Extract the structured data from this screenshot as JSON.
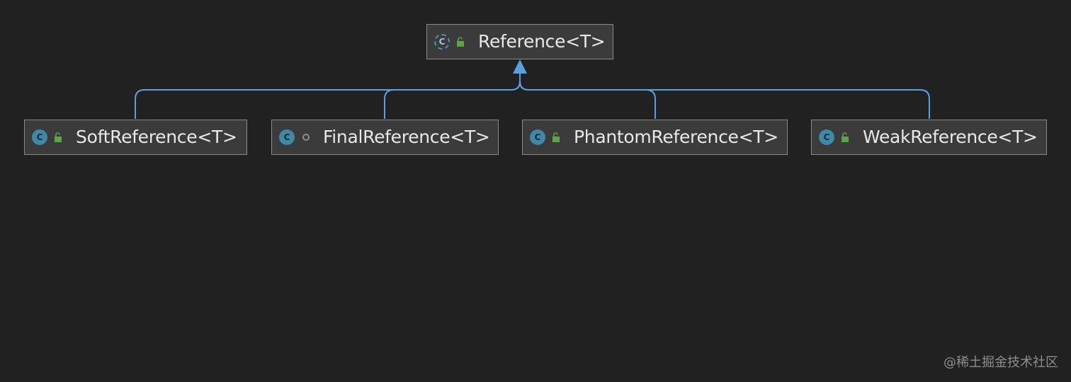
{
  "diagram": {
    "colors": {
      "background": "#212121",
      "node_fill": "#3b3b3b",
      "node_border": "#8a8a8a",
      "edge": "#5b9fe0",
      "class_icon": "#3f88a8",
      "lock_icon": "#5ea24a",
      "text": "#e8e8e8"
    },
    "root": {
      "label": "Reference<T>",
      "icon": "abstract-class-icon",
      "visibility_icon": "unlocked-icon"
    },
    "children": [
      {
        "label": "SoftReference<T>",
        "icon": "class-icon",
        "visibility_icon": "unlocked-icon"
      },
      {
        "label": "FinalReference<T>",
        "icon": "class-icon",
        "visibility_icon": "package-private-icon"
      },
      {
        "label": "PhantomReference<T>",
        "icon": "class-icon",
        "visibility_icon": "unlocked-icon"
      },
      {
        "label": "WeakReference<T>",
        "icon": "class-icon",
        "visibility_icon": "unlocked-icon"
      }
    ]
  },
  "watermark": "@稀土掘金技术社区"
}
